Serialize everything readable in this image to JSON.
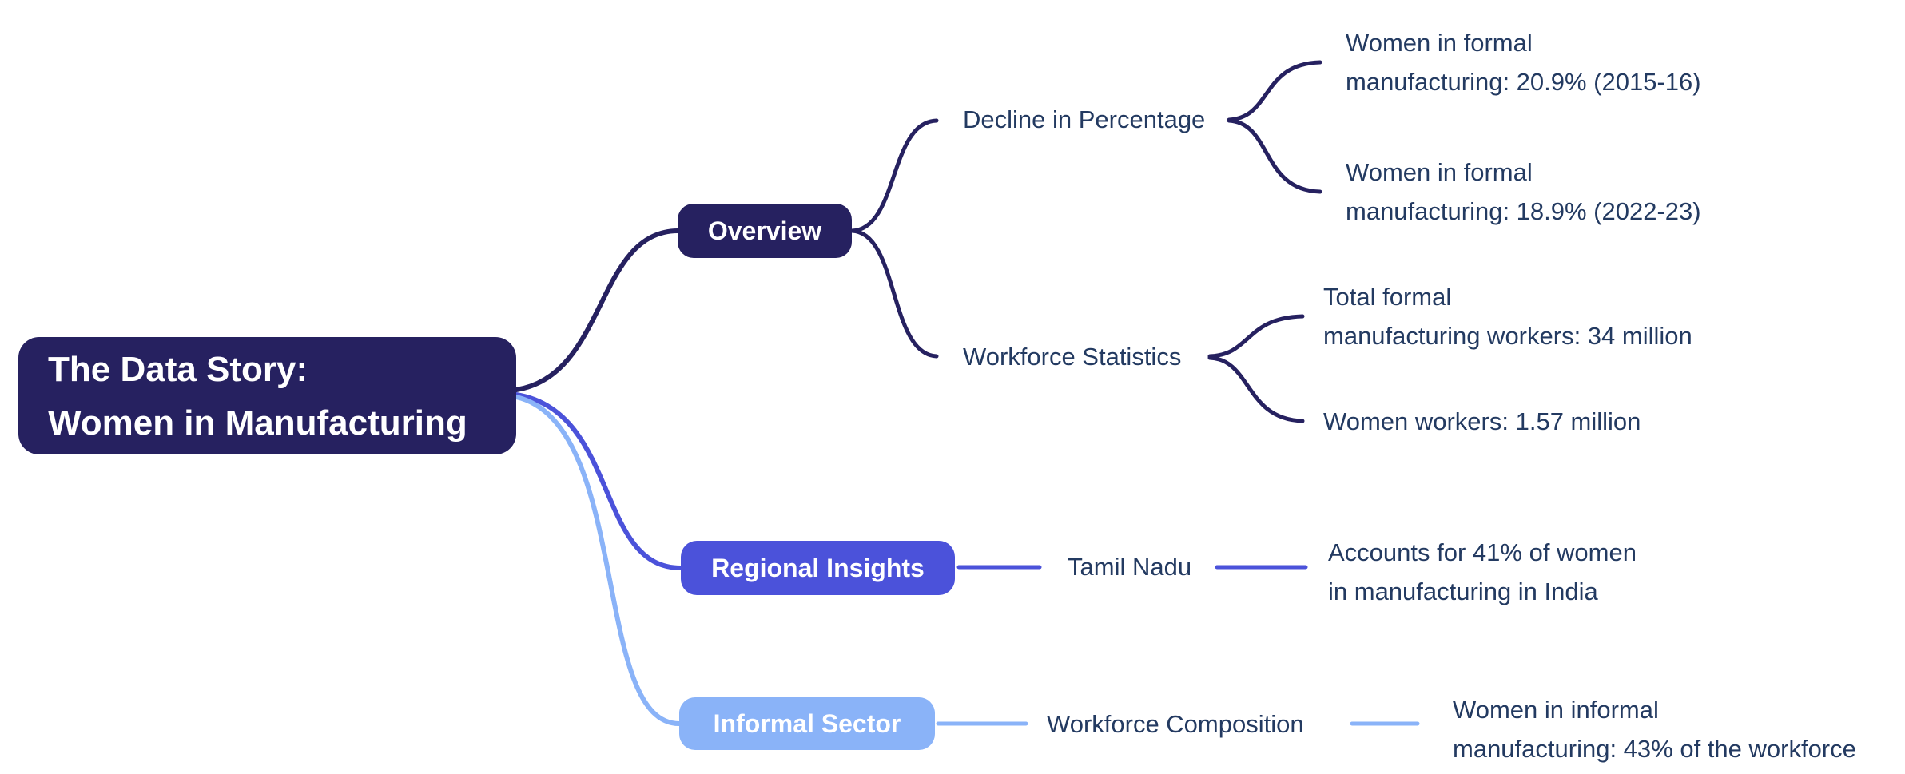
{
  "colors": {
    "navy": "#262160",
    "indigo": "#4b52da",
    "lightblue": "#8ab3f8",
    "label": "#233a61",
    "node_text": "#ffffff",
    "background": "#ffffff"
  },
  "root": {
    "lines": [
      "The Data Story:",
      "Women in Manufacturing"
    ]
  },
  "branches": [
    {
      "label": "Overview",
      "color": "#262160",
      "topics": [
        {
          "label": "Decline in Percentage",
          "leaves": [
            {
              "lines": [
                "Women in formal",
                "manufacturing: 20.9% (2015-16)"
              ]
            },
            {
              "lines": [
                "Women in formal",
                "manufacturing: 18.9% (2022-23)"
              ]
            }
          ]
        },
        {
          "label": "Workforce Statistics",
          "leaves": [
            {
              "lines": [
                "Total formal",
                "manufacturing workers: 34 million"
              ]
            },
            {
              "lines": [
                "Women workers: 1.57 million"
              ]
            }
          ]
        }
      ]
    },
    {
      "label": "Regional Insights",
      "color": "#4b52da",
      "topics": [
        {
          "label": "Tamil Nadu",
          "leaves": [
            {
              "lines": [
                "Accounts for 41% of women",
                "in manufacturing in India"
              ]
            }
          ]
        }
      ]
    },
    {
      "label": "Informal Sector",
      "color": "#8ab3f8",
      "topics": [
        {
          "label": "Workforce Composition",
          "leaves": [
            {
              "lines": [
                "Women in informal",
                "manufacturing: 43% of the workforce"
              ]
            }
          ]
        }
      ]
    }
  ]
}
